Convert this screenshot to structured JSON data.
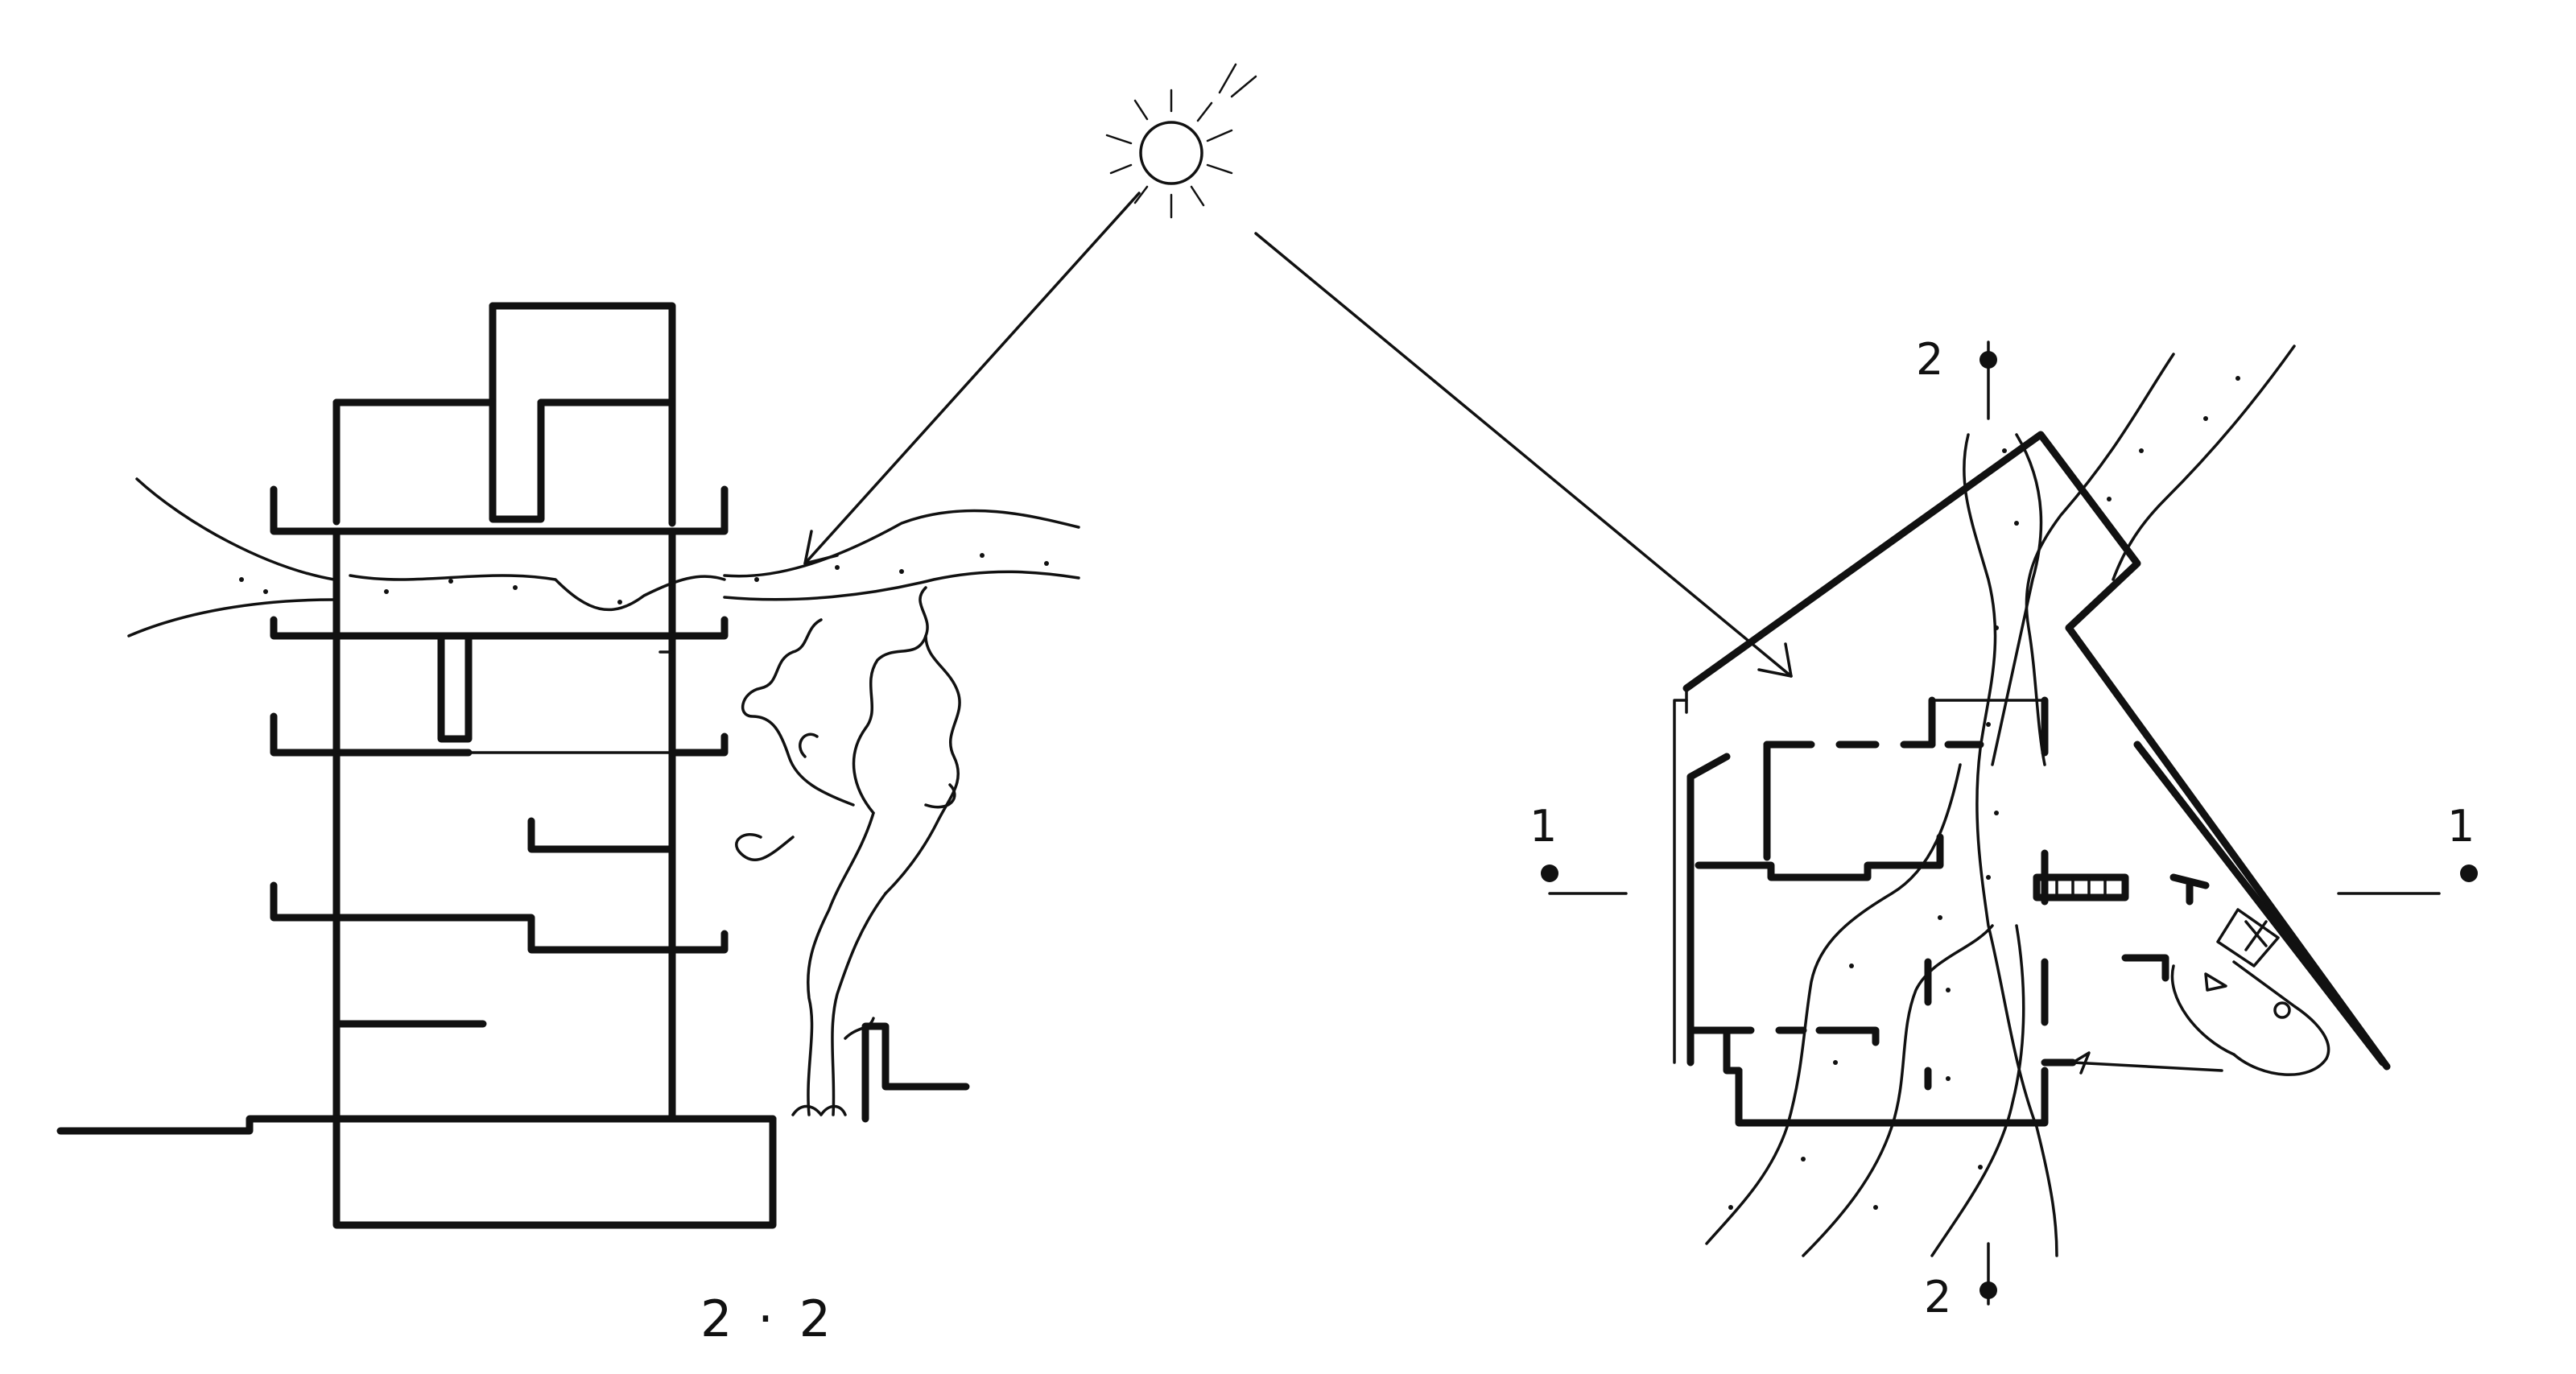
{
  "figure": {
    "caption": "2 · 2",
    "section_marks": {
      "left_1": "1",
      "right_1": "1",
      "top_2": "2",
      "bottom_2": "2"
    }
  },
  "colors": {
    "ink": "#111111",
    "paper": "#ffffff"
  },
  "icons": {
    "sun": "sun-icon",
    "tree": "tree-sketch"
  }
}
